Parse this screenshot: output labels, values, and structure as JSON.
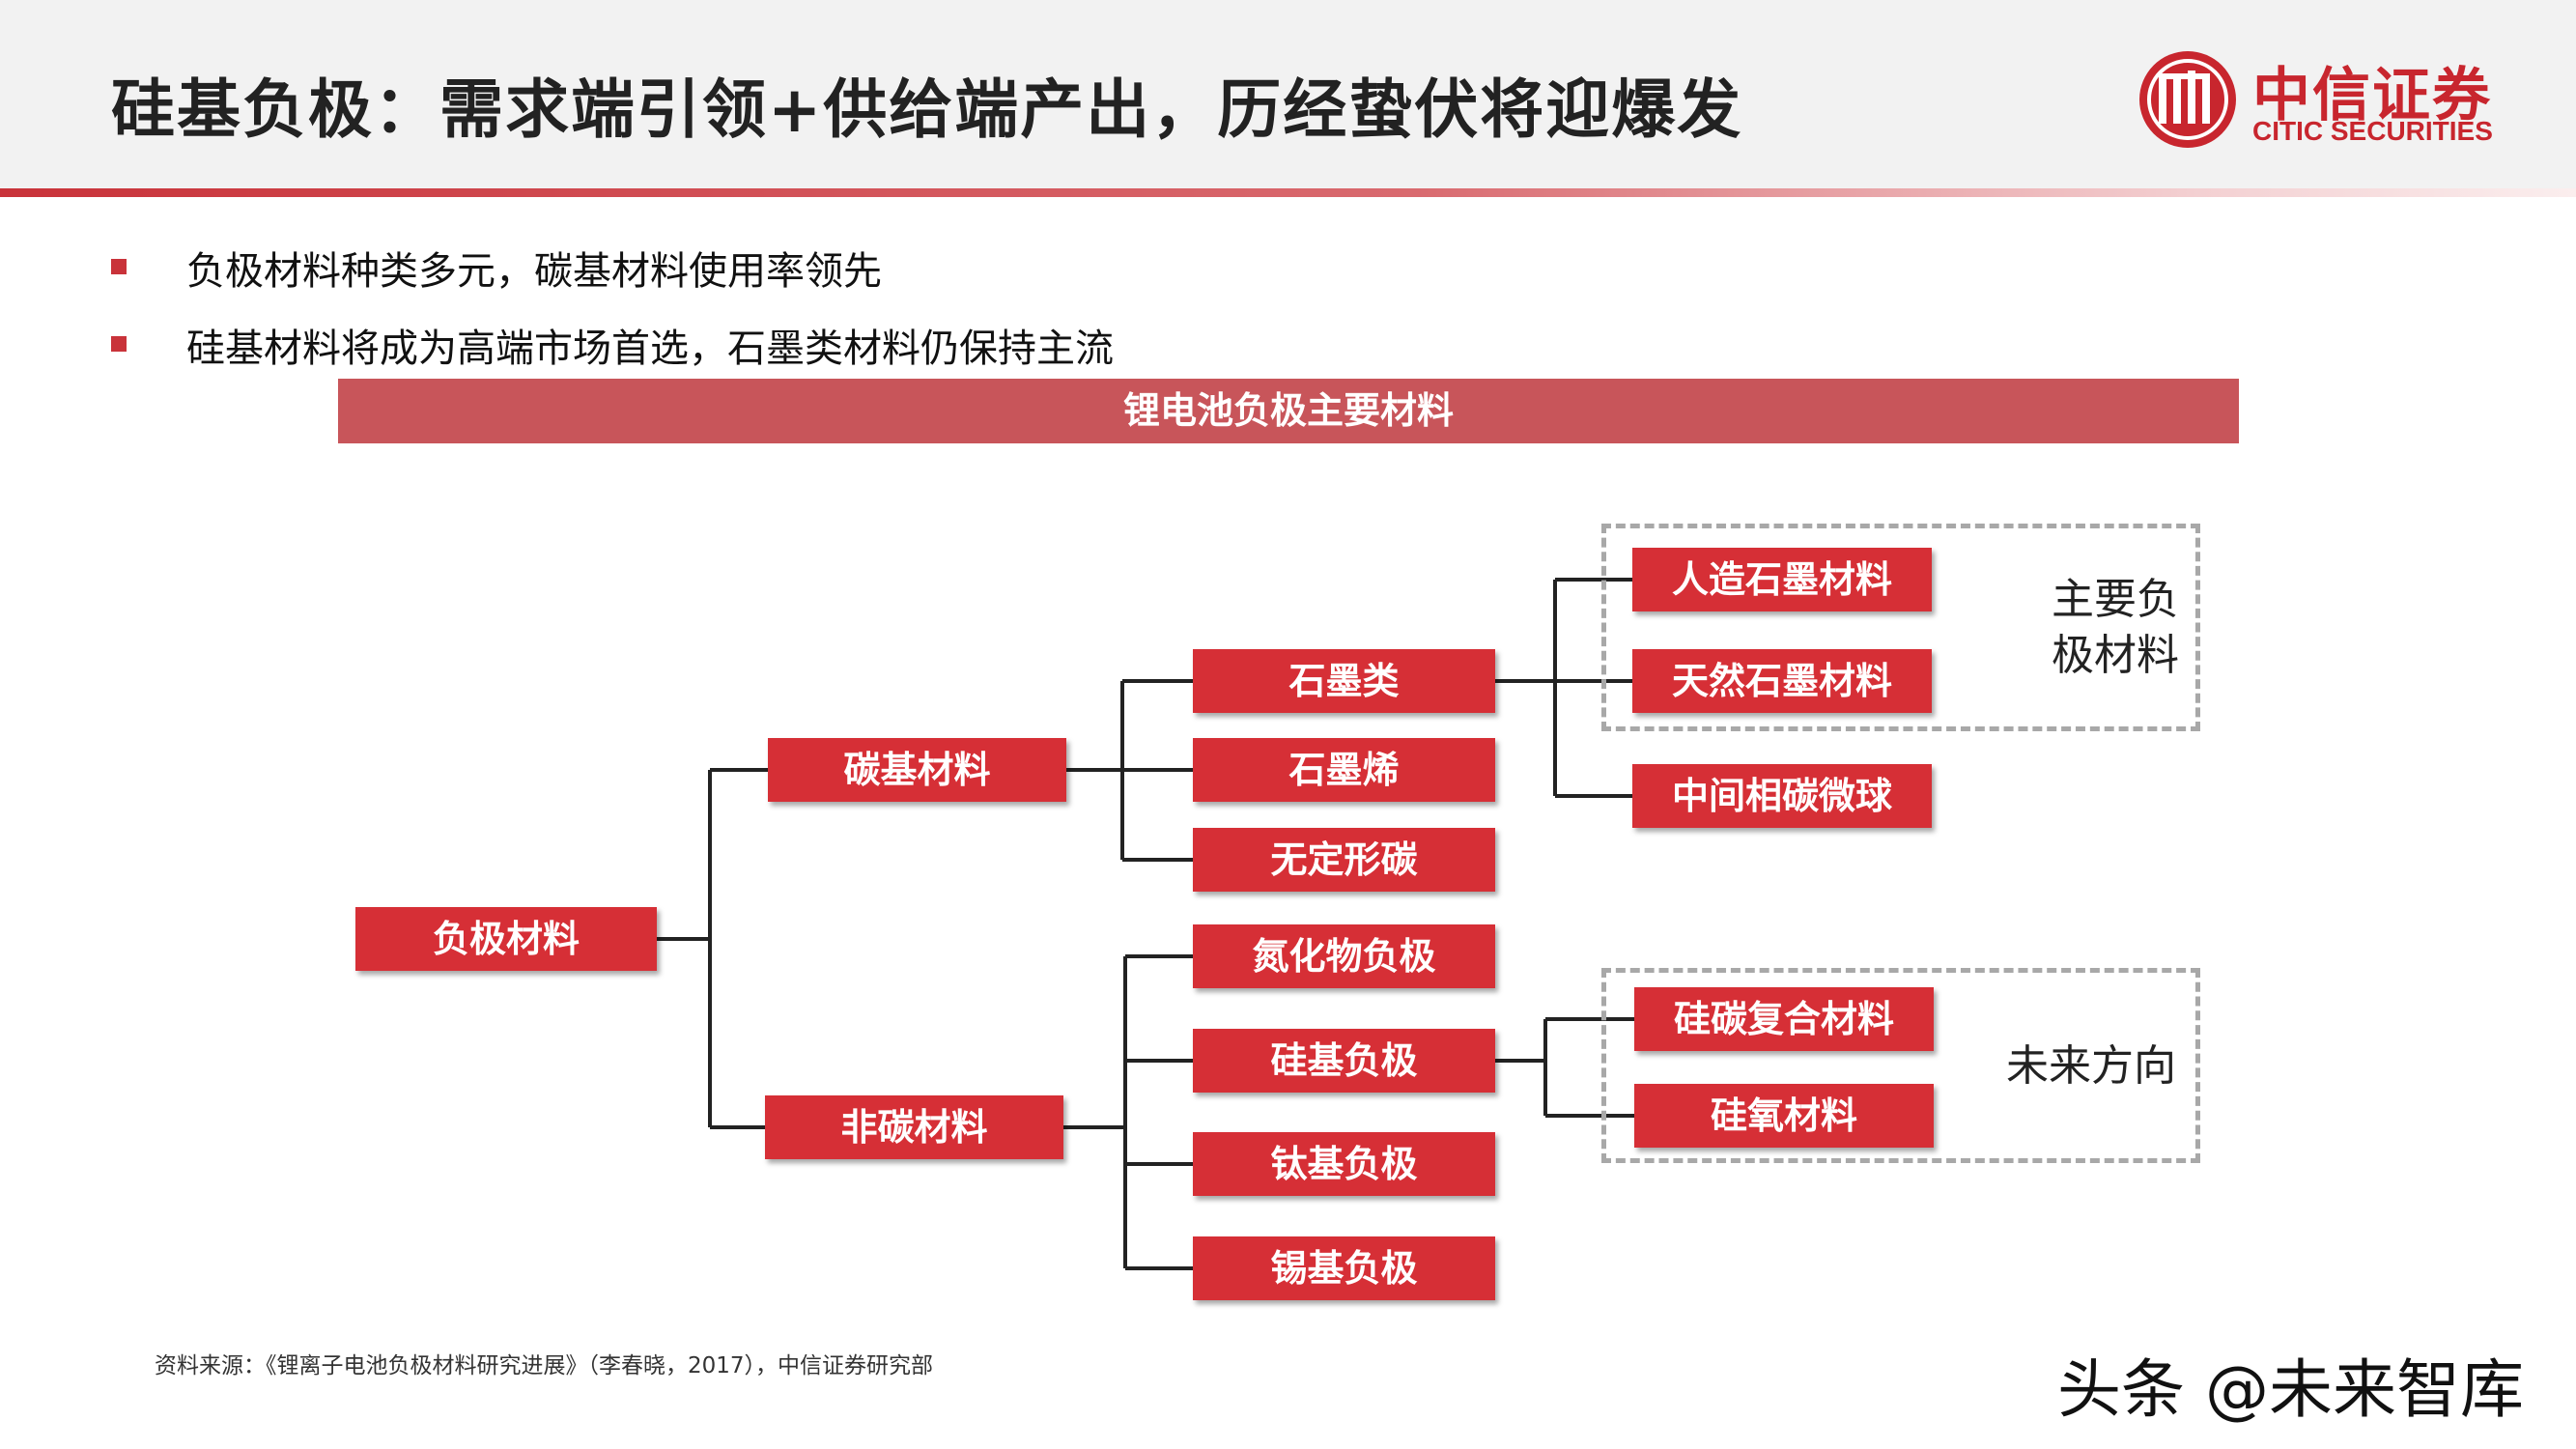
{
  "header": {
    "title": "硅基负极：需求端引领+供给端产出，历经蛰伏将迎爆发",
    "logo_cn": "中信证券",
    "logo_en": "CITIC SECURITIES"
  },
  "bullets": [
    "负极材料种类多元，碳基材料使用率领先",
    "硅基材料将成为高端市场首选，石墨类材料仍保持主流"
  ],
  "diagram": {
    "banner": "锂电池负极主要材料",
    "root": "负极材料",
    "carbon": "碳基材料",
    "non_carbon": "非碳材料",
    "graphite": "石墨类",
    "graphene": "石墨烯",
    "amorphous": "无定形碳",
    "artificial_graphite": "人造石墨材料",
    "natural_graphite": "天然石墨材料",
    "mcmb": "中间相碳微球",
    "nitride": "氮化物负极",
    "silicon": "硅基负极",
    "titanium": "钛基负极",
    "tin": "锡基负极",
    "si_c": "硅碳复合材料",
    "si_o": "硅氧材料",
    "group_main": "主要负\n极材料",
    "group_future": "未来方向"
  },
  "footer": {
    "source": "资料来源：《锂离子电池负极材料研究进展》（李春晓，2017），中信证券研究部",
    "watermark": "头条 @未来智库"
  },
  "colors": {
    "accent": "#d62f36",
    "banner": "#c8555a"
  }
}
